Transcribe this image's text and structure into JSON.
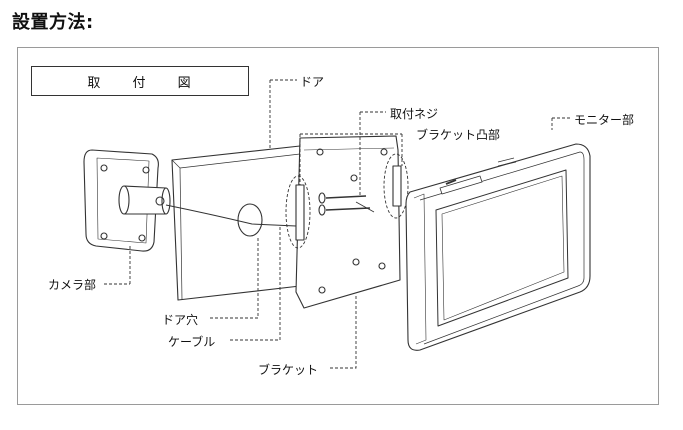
{
  "heading": "設置方法:",
  "figure_title": "取 付 図",
  "labels": {
    "door": "ドア",
    "screw": "取付ネジ",
    "bracket_tab": "ブラケット凸部",
    "monitor": "モニター部",
    "camera": "カメラ部",
    "door_hole": "ドア穴",
    "cable": "ケーブル",
    "bracket": "ブラケット"
  }
}
